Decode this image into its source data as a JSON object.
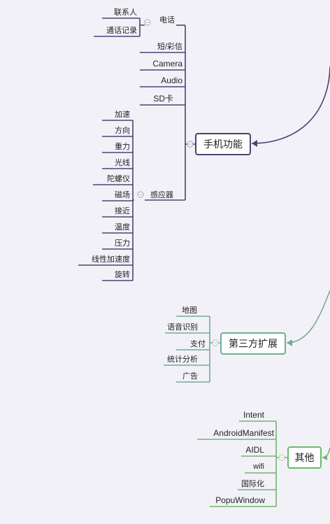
{
  "colors": {
    "purple": "#4a4570",
    "teal": "#6fae94",
    "green": "#6cb86f",
    "collapse_purple": "#9a9ab8",
    "collapse_teal": "#9cc8b6",
    "collapse_green": "#a2cfa4"
  },
  "phone": {
    "hub": "手机功能",
    "call": {
      "label": "电话",
      "children": [
        "联系人",
        "通话记录"
      ]
    },
    "items": [
      "短/彩信",
      "Camera",
      "Audio",
      "SD卡"
    ],
    "sensor": {
      "label": "感应器",
      "children": [
        "加速",
        "方向",
        "重力",
        "光线",
        "陀螺仪",
        "磁场",
        "接近",
        "温度",
        "压力",
        "线性加速度",
        "旋转"
      ]
    }
  },
  "third": {
    "hub": "第三方扩展",
    "children": [
      "地图",
      "语音识别",
      "支付",
      "统计分析",
      "广告"
    ]
  },
  "other": {
    "hub": "其他",
    "children": [
      "Intent",
      "AndroidManifest",
      "AIDL",
      "wifi",
      "国际化",
      "PopuWindow"
    ]
  }
}
